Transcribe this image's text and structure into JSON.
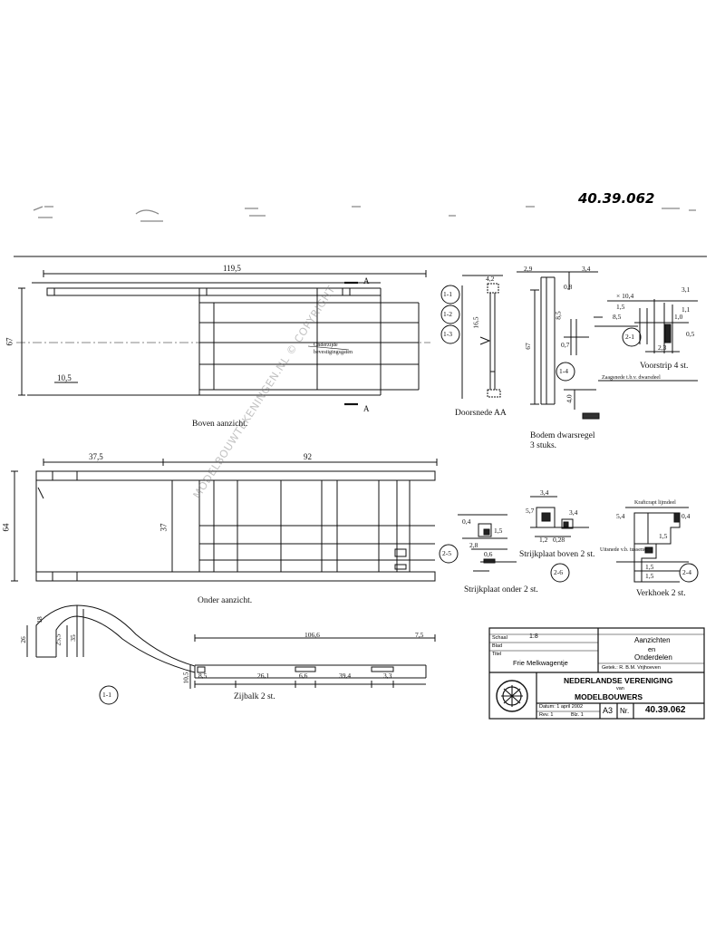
{
  "drawing_number_handwritten": "40.39.062",
  "watermark": "MODELBOUWTEKENINGEN.NL © COPYRIGHT",
  "views": {
    "top": {
      "caption": "Boven aanzicht.",
      "dim_overall": "119,5",
      "dim_width": "67",
      "dim_small": "10,5",
      "note_line1": "Onderzijde",
      "note_line2": "bevestigingsgaten",
      "section_marker": "A",
      "detail_callouts": [
        "1-1",
        "1-2",
        "1-3"
      ]
    },
    "section_aa": {
      "caption": "Doorsnede AA",
      "dims": [
        "4,2",
        "16,5"
      ]
    },
    "bottom_crossmember": {
      "caption_line1": "Bodem dwarsregel",
      "caption_line2": "3 stuks.",
      "dims": [
        "2,9",
        "3,4",
        "67",
        "0,8",
        "8,5",
        "0,7",
        "4,0"
      ],
      "callout": "1-4"
    },
    "front_strip": {
      "caption": "Voorstrip  4 st.",
      "note": "Zaagsnede t.b.v. dwarsdeel",
      "dims": [
        "× 10,4",
        "1,5",
        "3,1",
        "1,1",
        "8,5",
        "1,0",
        "0,5",
        "2,3"
      ],
      "callout": "2-1"
    },
    "underside": {
      "caption": "Onder aanzicht.",
      "dim_left": "37,5",
      "dim_right": "92",
      "dim_height": "64",
      "dim_inner": "37"
    },
    "side_beam": {
      "caption": "Zijbalk  2 st.",
      "dim_length": "106,6",
      "dim_end": "7,5",
      "dims_bottom": [
        "8,5",
        "26,1",
        "6,6",
        "39,4",
        "3,3"
      ],
      "dims_left": [
        "26",
        "18",
        "25,5",
        "35",
        "10,5"
      ],
      "callout": "1-1"
    },
    "strip_top": {
      "caption": "Strijkplaat boven 2 st.",
      "dims": [
        "3,4",
        "5,7",
        "3,4",
        "0,28",
        "1,2"
      ]
    },
    "strip_bottom": {
      "caption": "Strijkplaat onder 2 st.",
      "dims": [
        "0,4",
        "1,5",
        "2,8",
        "0,6"
      ],
      "callouts": [
        "2-5",
        "2-6"
      ]
    },
    "corner_plate": {
      "caption": "Verkhoek 2 st.",
      "note_top": "Kraftcrapt lijmdeel",
      "note_side": "Uitsnede v.b. tussenst.",
      "dims": [
        "5,4",
        "0,4",
        "1,5",
        "1,5",
        "1,5"
      ],
      "callout": "2-4"
    }
  },
  "title_block": {
    "scale_label": "Schaal",
    "scale_value": "1:8",
    "sheet_label": "Blad",
    "title_label": "Titel",
    "subject": "Frie Melkwagentje",
    "content_line1": "Aanzichten",
    "content_line2": "en",
    "content_line3": "Onderdelen",
    "drawn_by": "Getek.: R. B.M. Vrijhoeven",
    "org_line1": "NEDERLANDSE VERENIGING",
    "org_line2": "van",
    "org_line3": "MODELBOUWERS",
    "date": "Datum: 1 april 2002",
    "revision": "Rev. 1",
    "page": "Blz. 1",
    "format": "A3",
    "nr_label": "Nr.",
    "number": "40.39.062"
  }
}
